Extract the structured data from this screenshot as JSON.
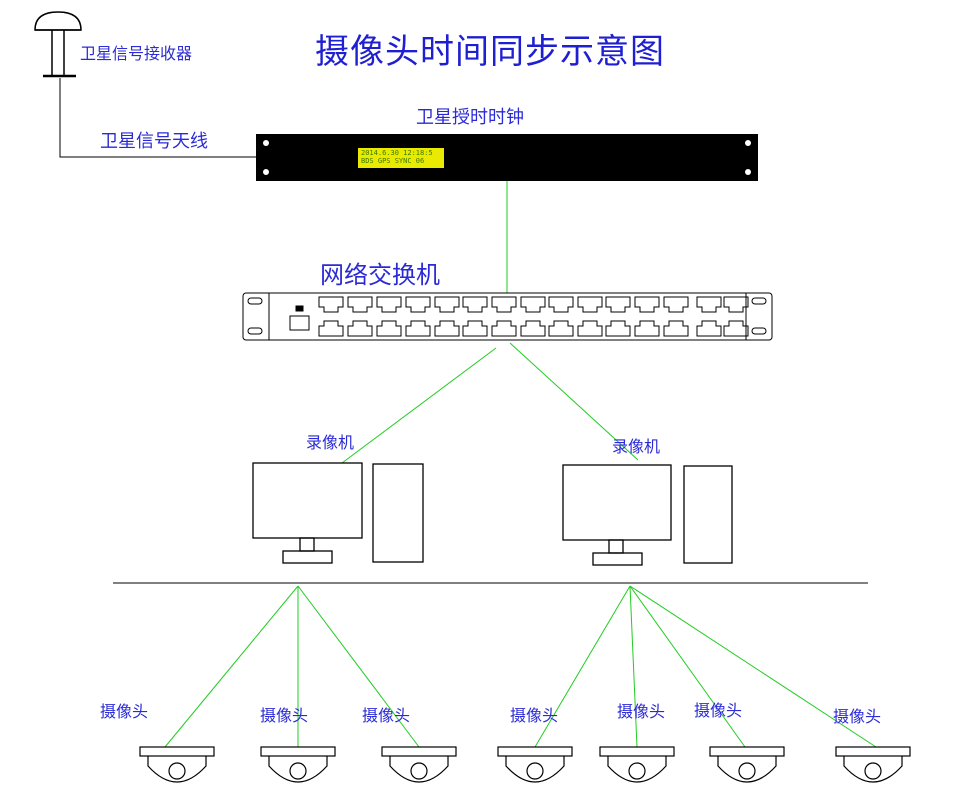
{
  "title": "摄像头时间同步示意图",
  "labels": {
    "receiver": "卫星信号接收器",
    "antenna": "卫星信号天线",
    "clock": "卫星授时时钟",
    "switch": "网络交换机",
    "recorder_left": "录像机",
    "recorder_right": "录像机"
  },
  "clock_display": {
    "line1": "2014.6.30 12:18:5",
    "line2": "BDS  GPS  SYNC 06"
  },
  "cameras": [
    "摄像头",
    "摄像头",
    "摄像头",
    "摄像头",
    "摄像头",
    "摄像头",
    "摄像头"
  ],
  "colors": {
    "text": "#2b2bd6",
    "link": "#22cc22",
    "device": "#000000",
    "lcd": "#eaea00"
  }
}
